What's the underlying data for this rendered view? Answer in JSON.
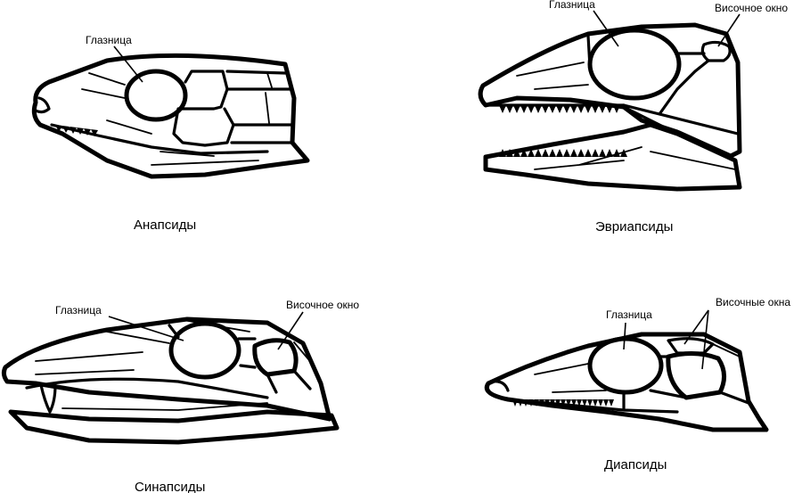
{
  "skulls": {
    "anapsid": {
      "caption": "Анапсиды",
      "orbit_label": "Глазница"
    },
    "euryapsid": {
      "caption": "Эвриапсиды",
      "orbit_label": "Глазница",
      "fenestra_label": "Височное окно"
    },
    "synapsid": {
      "caption": "Синапсиды",
      "orbit_label": "Глазница",
      "fenestra_label": "Височное окно"
    },
    "diapsid": {
      "caption": "Диапсиды",
      "orbit_label": "Глазница",
      "fenestra_label": "Височные окна"
    }
  },
  "colors": {
    "ink": "#000000",
    "paper": "#ffffff"
  }
}
